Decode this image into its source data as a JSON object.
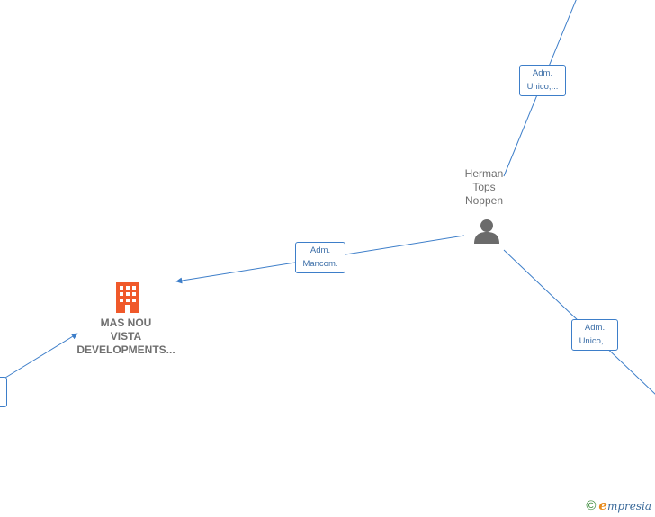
{
  "nodes": {
    "person": {
      "lines": [
        "Herman",
        "Tops",
        "Noppen"
      ]
    },
    "company": {
      "lines": [
        "MAS NOU",
        "VISTA",
        "DEVELOPMENTS..."
      ]
    }
  },
  "edge_labels": {
    "top": [
      "Adm.",
      "Unico,..."
    ],
    "middle": [
      "Adm.",
      "Mancom."
    ],
    "right": [
      "Adm.",
      "Unico,..."
    ]
  },
  "watermark": {
    "symbol": "©",
    "brand_initial": "e",
    "brand_rest": "mpresia"
  },
  "colors": {
    "edge": "#3d7ec9",
    "company_icon": "#f0592a",
    "person_icon": "#6b6b6b",
    "label_text": "#6f6f6f"
  }
}
